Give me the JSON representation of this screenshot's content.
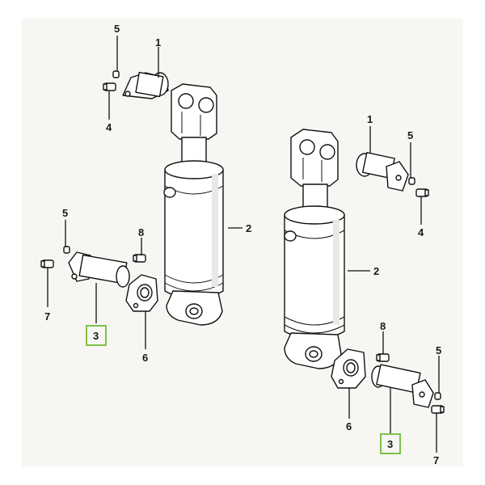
{
  "diagram": {
    "highlight_color": "#7cc24a",
    "highlighted_part": "3",
    "left_assembly": {
      "callouts": {
        "pin": "1",
        "cylinder": "2",
        "pin_lower": "3",
        "bolt_upper": "4",
        "lock_upper": "5",
        "plate": "6",
        "bolt_lower": "7",
        "bolt_plate": "8",
        "lock_lower": "5"
      }
    },
    "right_assembly": {
      "callouts": {
        "pin": "1",
        "cylinder": "2",
        "pin_lower": "3",
        "bolt_upper": "4",
        "lock_upper": "5",
        "plate": "6",
        "bolt_lower": "7",
        "bolt_plate": "8",
        "lock_lower": "5"
      }
    }
  }
}
